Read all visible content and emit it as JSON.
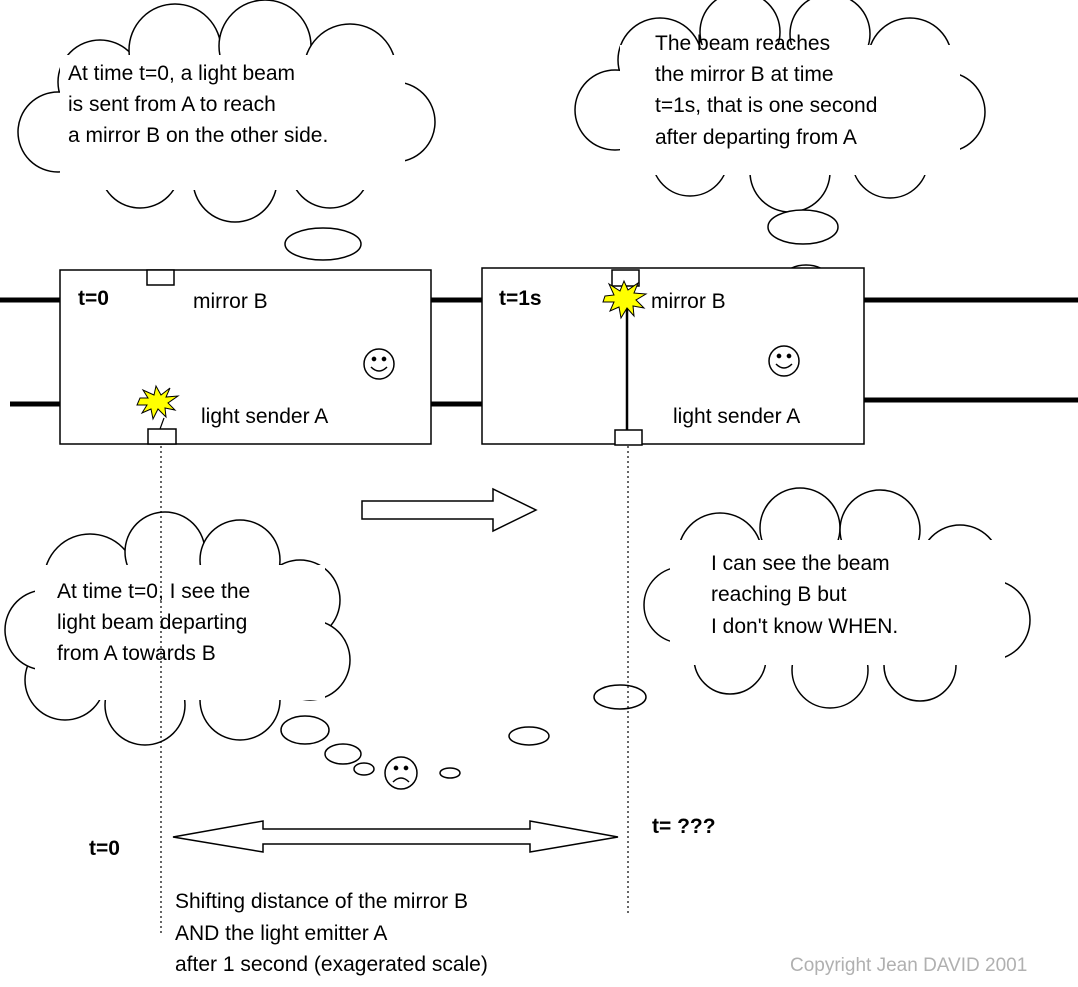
{
  "cloud_top_left": [
    "At time t=0, a light beam",
    "is sent from A to reach",
    "a mirror B on the other side."
  ],
  "cloud_top_right": [
    "The beam reaches",
    "the mirror B at time",
    "t=1s, that is one second",
    "after departing from A"
  ],
  "cloud_bottom_left": [
    "At time t=0, I see the",
    "light beam departing",
    "from A towards B"
  ],
  "cloud_bottom_right": [
    "I can see the beam",
    "reaching B but",
    "I don't know WHEN."
  ],
  "frame_left": {
    "time": "t=0",
    "mirror": "mirror B",
    "sender": "light sender A"
  },
  "frame_right": {
    "time": "t=1s",
    "mirror": "mirror B",
    "sender": "light sender A"
  },
  "observer_time_start": "t=0",
  "observer_time_end": "t= ???",
  "shift_caption": [
    "Shifting distance of the mirror B",
    "AND the light emitter A",
    "after 1 second (exagerated scale)"
  ],
  "copyright": "Copyright Jean DAVID 2001",
  "colors": {
    "flash": "#ffff00",
    "line": "#000000",
    "copyright": "#b0b0b0"
  }
}
